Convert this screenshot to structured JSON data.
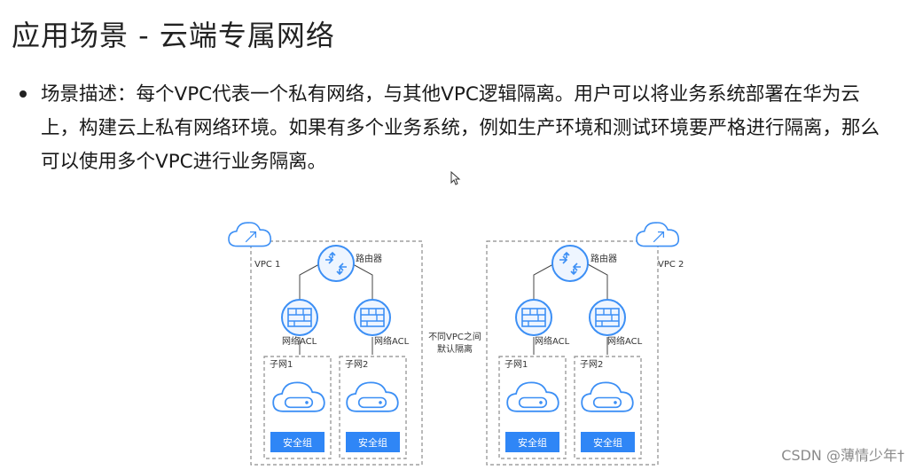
{
  "slide": {
    "title": "应用场景 - 云端专属网络",
    "bullet": "场景描述：每个VPC代表一个私有网络，与其他VPC逻辑隔离。用户可以将业务系统部署在华为云上，构建云上私有网络环境。如果有多个业务系统，例如生产环境和测试环境要严格进行隔离，那么可以使用多个VPC进行业务隔离。"
  },
  "diagram": {
    "vpc1": {
      "label": "VPC 1",
      "router_label": "路由器",
      "acl_left": "网络ACL",
      "acl_right": "网络ACL",
      "subnet_left": "子网1",
      "subnet_right": "子网2",
      "sg_left": "安全组",
      "sg_right": "安全组"
    },
    "vpc2": {
      "label": "VPC 2",
      "router_label": "路由器",
      "acl_left": "网络ACL",
      "acl_right": "网络ACL",
      "subnet_left": "子网1",
      "subnet_right": "子网2",
      "sg_left": "安全组",
      "sg_right": "安全组"
    },
    "isolation_line1": "不同VPC之间",
    "isolation_line2": "默认隔离"
  },
  "colors": {
    "primary_blue": "#2f86f6",
    "outline_blue": "#3c8ff5",
    "dashed_gray": "#8c8c8c"
  },
  "watermark": "CSDN @薄情少年†"
}
